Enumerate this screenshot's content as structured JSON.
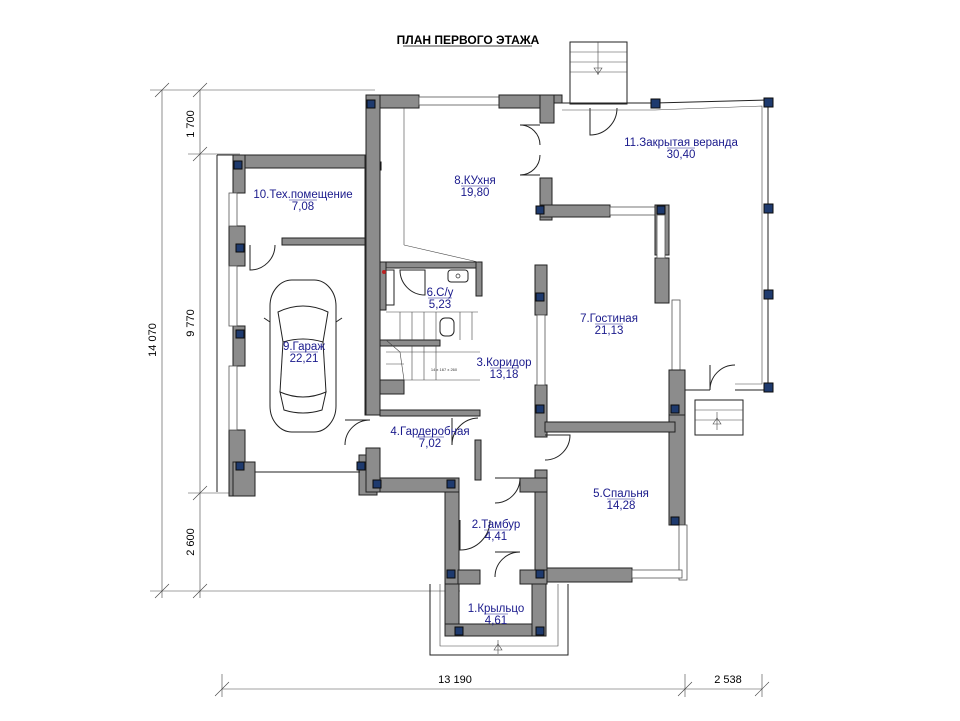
{
  "title": "ПЛАН ПЕРВОГО ЭТАЖА",
  "rooms": [
    {
      "name": "1.Крыльцо",
      "area": "4,61"
    },
    {
      "name": "2.Тамбур",
      "area": "4,41"
    },
    {
      "name": "3.Коридор",
      "area": "13,18"
    },
    {
      "name": "4.Гардеробная",
      "area": "7,02"
    },
    {
      "name": "5.Спальня",
      "area": "14,28"
    },
    {
      "name": "6.С/у",
      "area": "5,23"
    },
    {
      "name": "7.Гостиная",
      "area": "21,13"
    },
    {
      "name": "8.КУхня",
      "area": "19,80"
    },
    {
      "name": "9.Гараж",
      "area": "22,21"
    },
    {
      "name": "10.Тех.помещение",
      "area": "7,08"
    },
    {
      "name": "11.Закрытая веранда",
      "area": "30,40"
    }
  ],
  "dimensions": {
    "total_height": "14 070",
    "upper": "1 700",
    "middle": "9 770",
    "lower": "2 600",
    "width_main": "13 190",
    "width_extra": "2 538"
  },
  "stair_note": "14 x 167 x 260"
}
